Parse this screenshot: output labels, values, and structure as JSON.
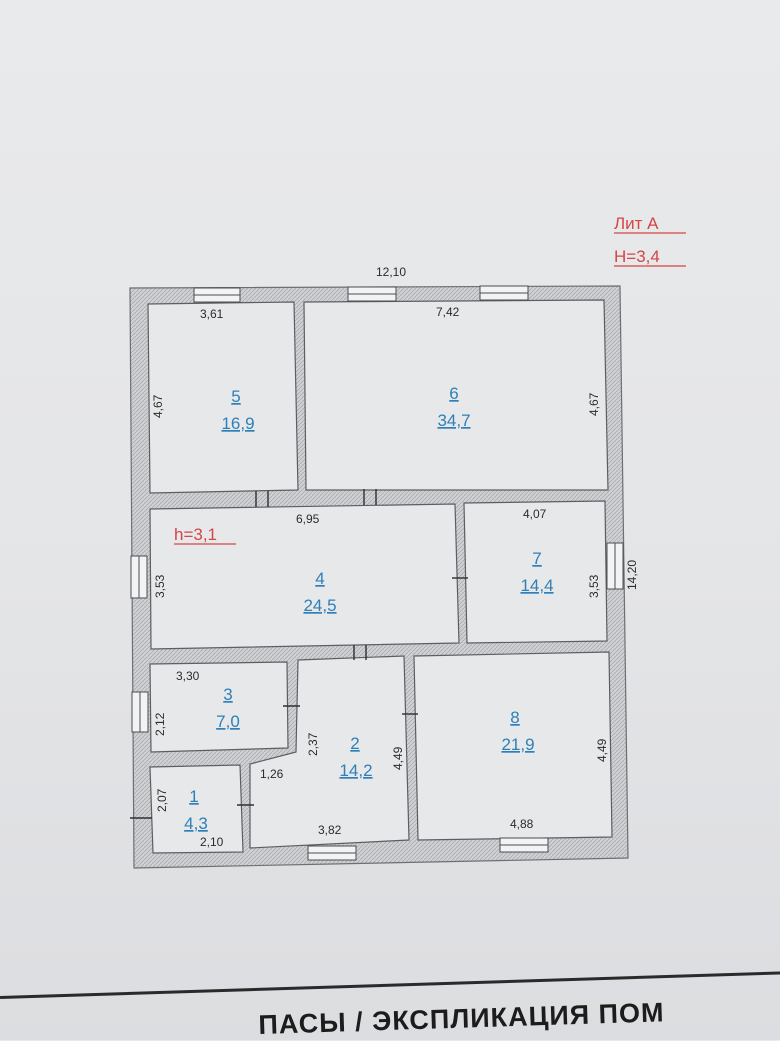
{
  "stamp": {
    "lit": "Лит А",
    "height": "Н=3,4"
  },
  "ceiling_note": "h=3,1",
  "overall": {
    "width": "12,10",
    "depth": "14,20"
  },
  "rooms": [
    {
      "id": "room-1",
      "number": "1",
      "area": "4,3"
    },
    {
      "id": "room-2",
      "number": "2",
      "area": "14,2"
    },
    {
      "id": "room-3",
      "number": "3",
      "area": "7,0"
    },
    {
      "id": "room-4",
      "number": "4",
      "area": "24,5"
    },
    {
      "id": "room-5",
      "number": "5",
      "area": "16,9"
    },
    {
      "id": "room-6",
      "number": "6",
      "area": "34,7"
    },
    {
      "id": "room-7",
      "number": "7",
      "area": "14,4"
    },
    {
      "id": "room-8",
      "number": "8",
      "area": "21,9"
    }
  ],
  "dims": {
    "r5_w": "3,61",
    "r5_h": "4,67",
    "r6_w": "7,42",
    "r6_h": "4,67",
    "r4_w": "6,95",
    "r4_h": "3,53",
    "r7_w": "4,07",
    "r7_h": "3,53",
    "r3_w": "3,30",
    "r3_h": "2,12",
    "r2_h": "2,37",
    "r2_w": "3,82",
    "r2_small": "1,26",
    "r2_side": "4,49",
    "r1_h": "2,07",
    "r1_w": "2,10",
    "r8_h": "4,49",
    "r8_w": "4,88"
  },
  "footer_heading": "ПАСЫ / ЭКСПЛИКАЦИЯ ПОМ"
}
